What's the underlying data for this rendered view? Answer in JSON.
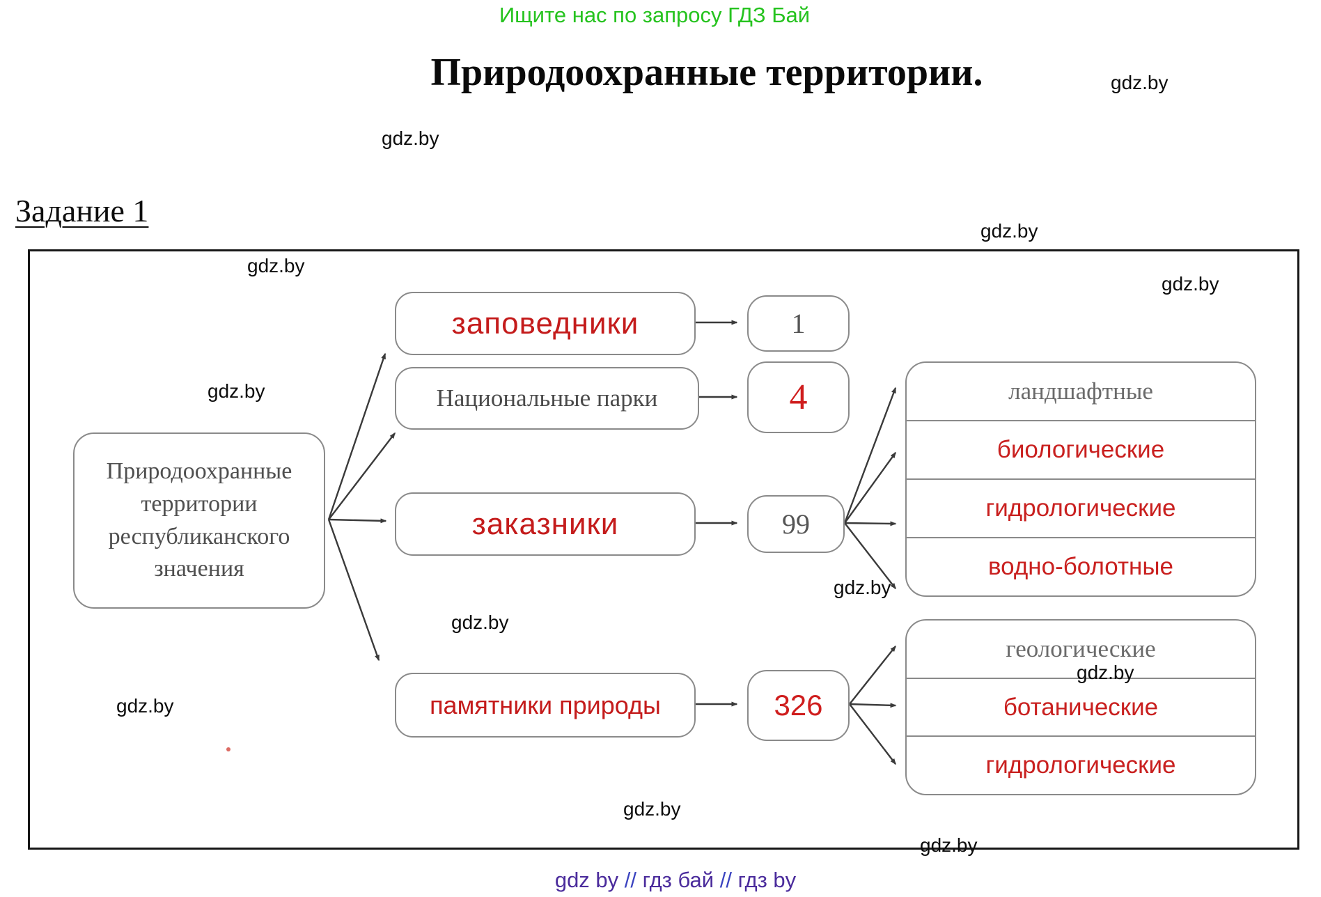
{
  "header": {
    "promo": "Ищите нас по запросу ГДЗ Бай",
    "title": "Природоохранные территории.",
    "task": "Задание 1"
  },
  "watermark": "gdz.by",
  "diagram": {
    "root_label": "Природоохранные территории республиканского значения",
    "branches": [
      {
        "label": "заповедники",
        "count": "1",
        "subtypes": []
      },
      {
        "label": "Национальные парки",
        "count": "4",
        "subtypes": []
      },
      {
        "label": "заказники",
        "count": "99",
        "subtypes": [
          "ландшафтные",
          "биологические",
          "гидрологические",
          "водно-болотные"
        ]
      },
      {
        "label": "памятники природы",
        "count": "326",
        "subtypes": [
          "геологические",
          "ботанические",
          "гидрологические"
        ]
      }
    ]
  },
  "footer": {
    "part1": "gdz by",
    "sep1": "//",
    "part2": "гдз бай",
    "sep2": "//",
    "part3": "гдз by"
  },
  "colors": {
    "promo_green": "#26c31f",
    "accent_red": "#c9201f",
    "muted_gray": "#5a5a5a",
    "border_gray": "#8a8a8a",
    "footer_purple": "#4b2c9c",
    "footer_blue": "#3b44c0"
  }
}
